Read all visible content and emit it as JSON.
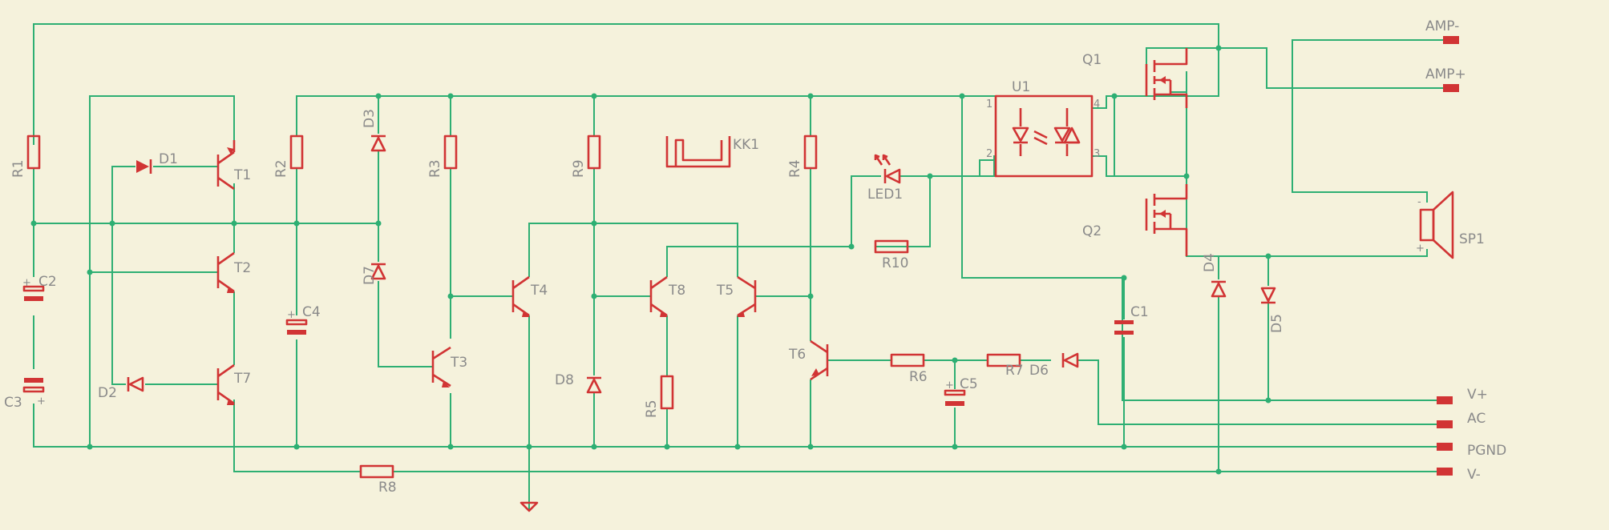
{
  "schematic": {
    "components": {
      "R1": "R1",
      "R2": "R2",
      "R3": "R3",
      "R4": "R4",
      "R5": "R5",
      "R6": "R6",
      "R7": "R7",
      "R8": "R8",
      "R9": "R9",
      "R10": "R10",
      "C1": "C1",
      "C2": "C2",
      "C3": "C3",
      "C4": "C4",
      "C5": "C5",
      "D1": "D1",
      "D2": "D2",
      "D3": "D3",
      "D4": "D4",
      "D5": "D5",
      "D6": "D6",
      "D7": "D7",
      "D8": "D8",
      "T1": "T1",
      "T2": "T2",
      "T3": "T3",
      "T4": "T4",
      "T5": "T5",
      "T6": "T6",
      "T7": "T7",
      "T8": "T8",
      "Q1": "Q1",
      "Q2": "Q2",
      "U1": "U1",
      "LED1": "LED1",
      "KK1": "KK1",
      "SP1": "SP1"
    },
    "u1_pins": {
      "p1": "1",
      "p2": "2",
      "p3": "3",
      "p4": "4"
    },
    "connectors": {
      "amp_minus": "AMP-",
      "amp_plus": "AMP+",
      "v_plus": "V+",
      "ac": "AC",
      "pgnd": "PGND",
      "v_minus": "V-"
    },
    "symbols": {
      "plus": "+",
      "minus": "-"
    },
    "colors": {
      "background": "#f5f2dc",
      "wire": "#2eaf73",
      "part": "#d13434",
      "label": "#8a8a8a"
    }
  }
}
